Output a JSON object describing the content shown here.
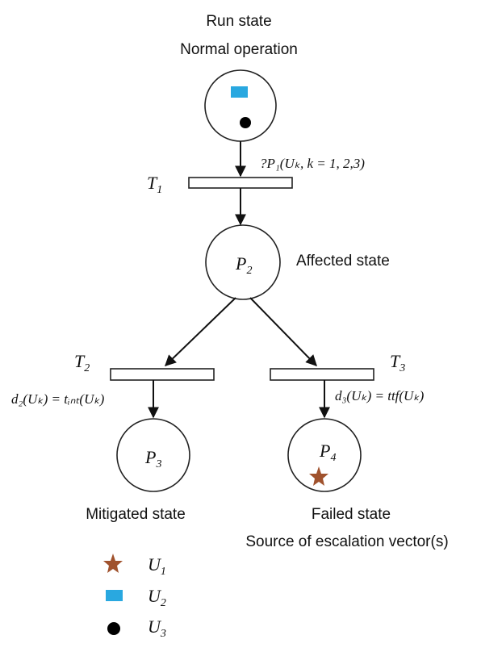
{
  "run_state": {
    "title": "Run state",
    "subtitle": "Normal operation"
  },
  "transitions": {
    "t1": {
      "label": "T",
      "sub": "1",
      "guard": "?P₁(Uₖ, k = 1, 2,3)"
    },
    "t2": {
      "label": "T",
      "sub": "2",
      "delay": "d₂(Uₖ) = tᵢₙₜ(Uₖ)"
    },
    "t3": {
      "label": "T",
      "sub": "3",
      "delay": "d₃(Uₖ) = ttf(Uₖ)"
    }
  },
  "places": {
    "p2": {
      "label": "P",
      "sub": "2",
      "state": "Affected state"
    },
    "p3": {
      "label": "P",
      "sub": "3",
      "state": "Mitigated state"
    },
    "p4": {
      "label": "P",
      "sub": "4",
      "state": "Failed state",
      "state2": "Source of escalation vector(s)"
    }
  },
  "legend": [
    {
      "symbol": "star",
      "label": "U",
      "sub": "1",
      "color": "#A0522D"
    },
    {
      "symbol": "rect",
      "label": "U",
      "sub": "2",
      "color": "#29A8E0"
    },
    {
      "symbol": "dot",
      "label": "U",
      "sub": "3",
      "color": "#000000"
    }
  ],
  "tokens": {
    "u1_color": "#A0522D",
    "u2_color": "#29A8E0",
    "u3_color": "#000000"
  }
}
